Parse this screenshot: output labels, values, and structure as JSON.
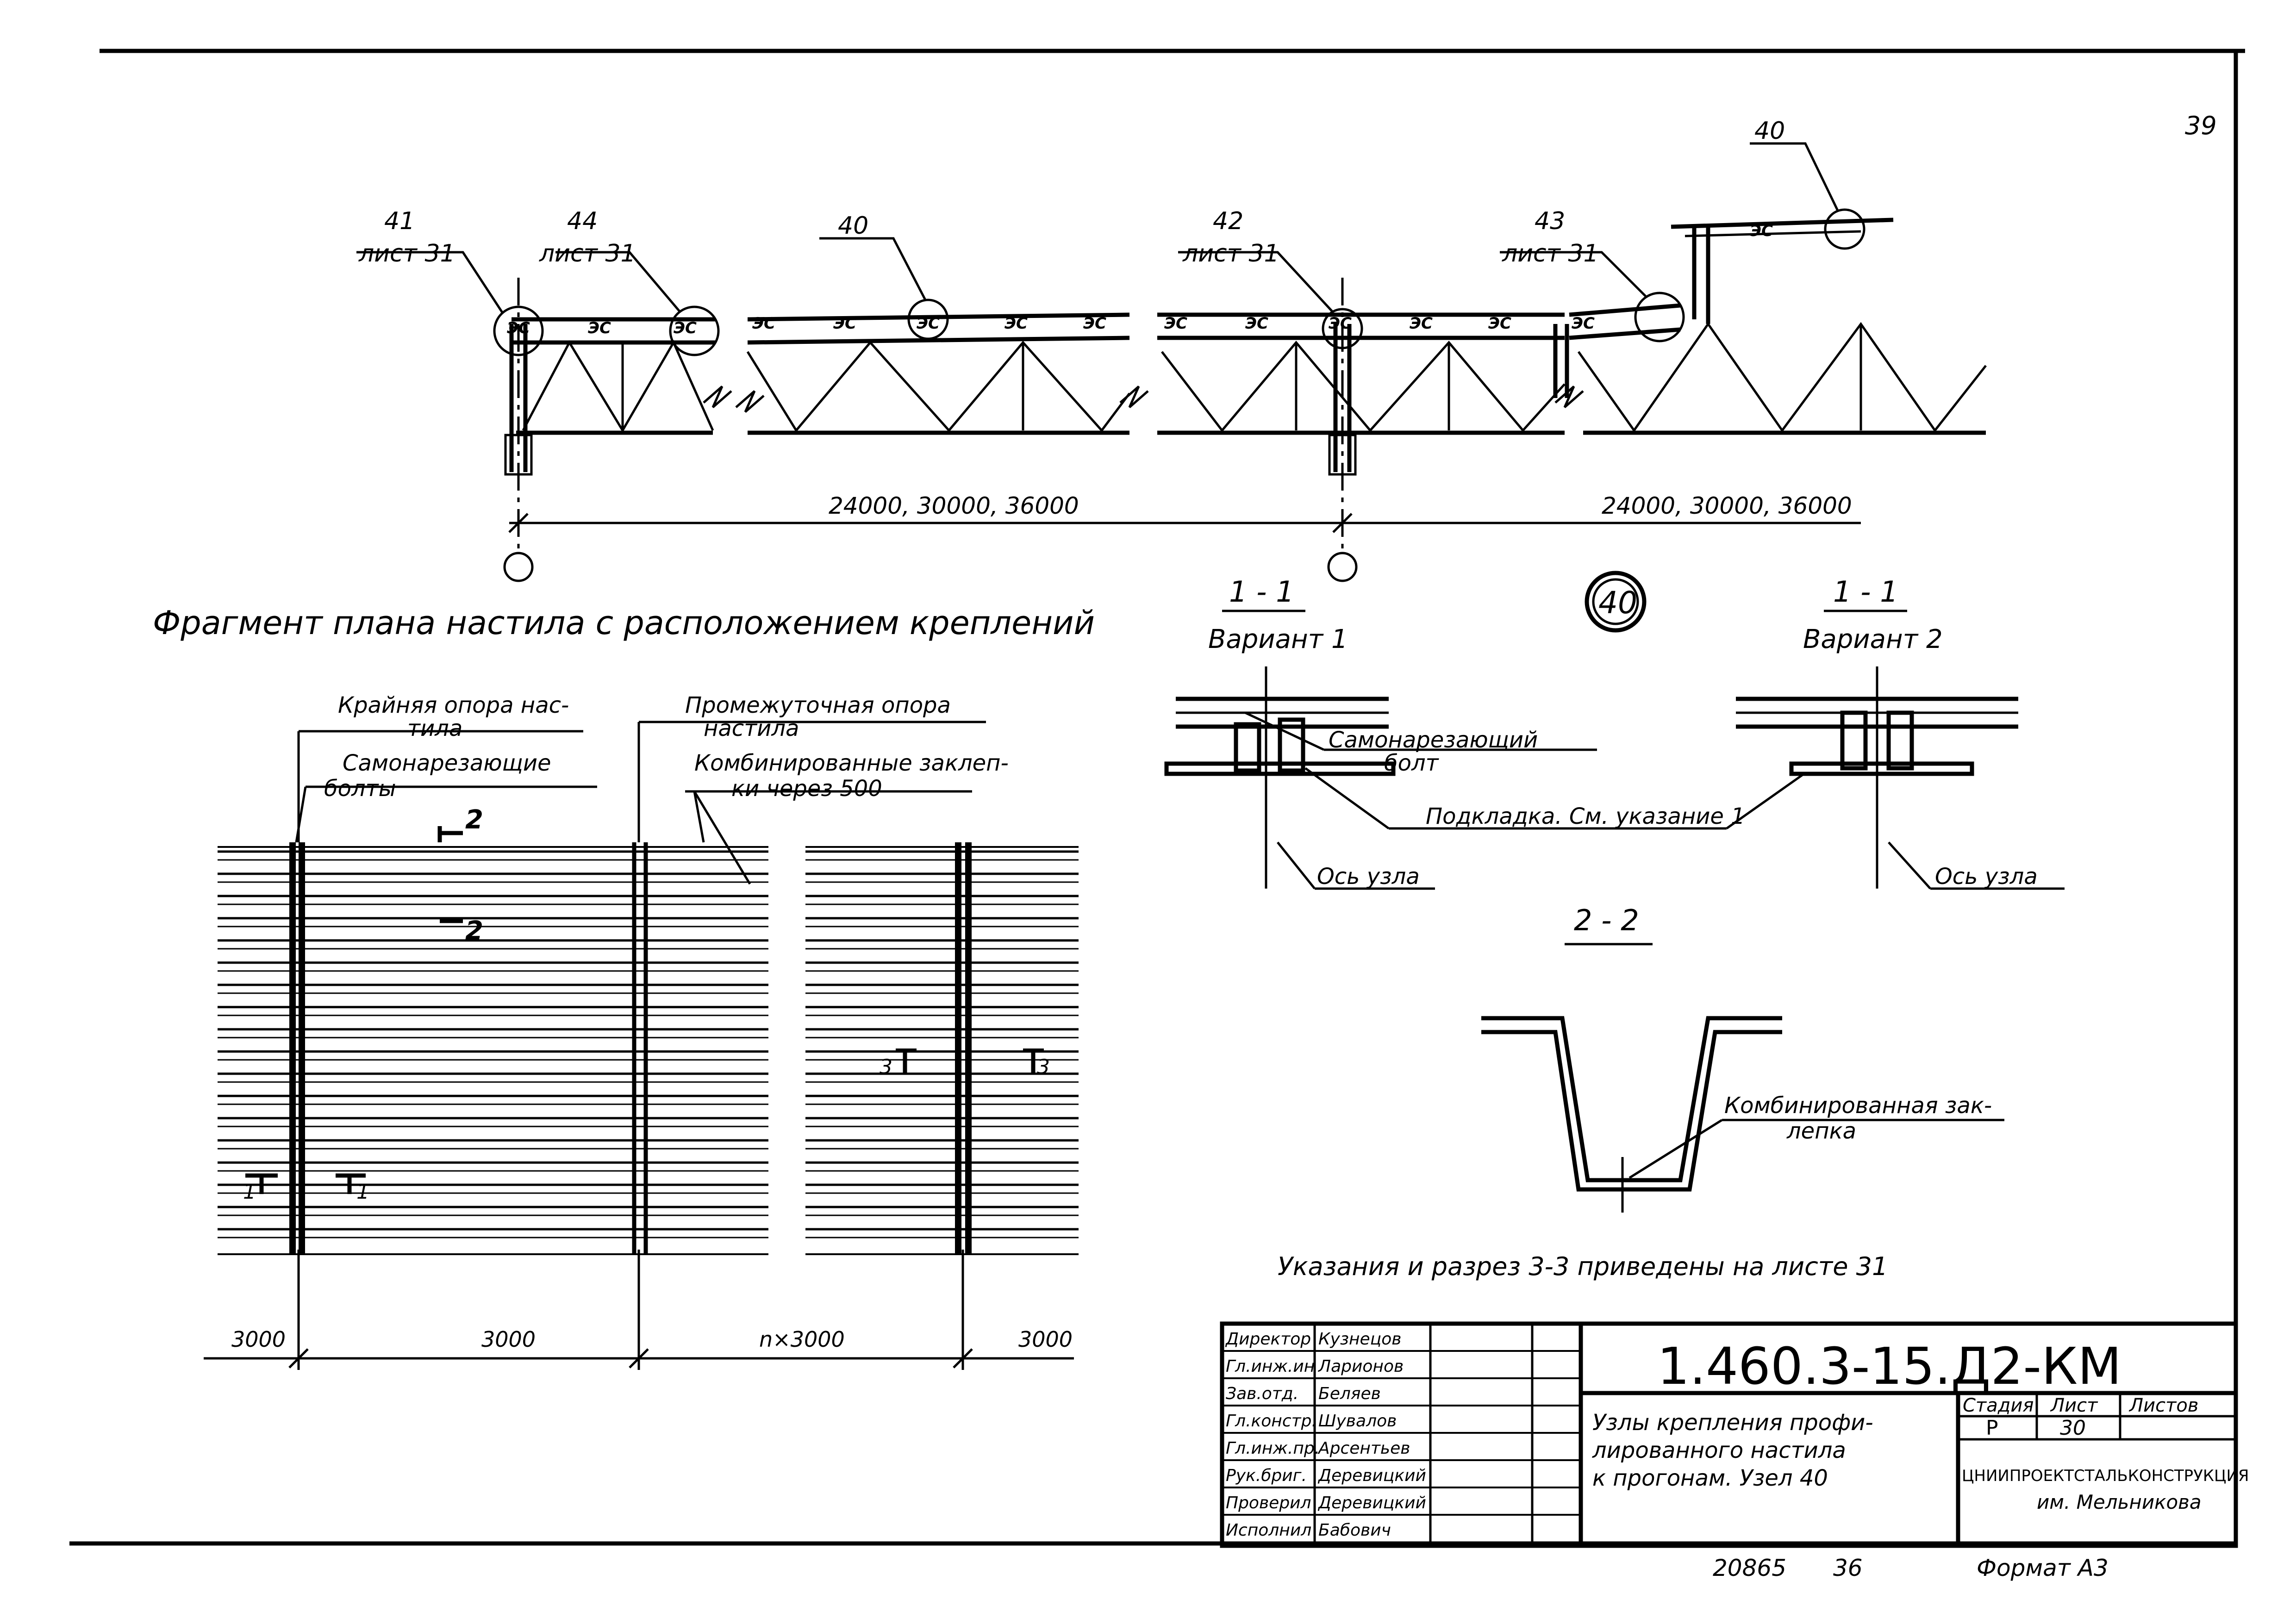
{
  "sheet_number_corner": "39",
  "truss": {
    "callouts": [
      {
        "num": "41",
        "sheet": "лист 31"
      },
      {
        "num": "44",
        "sheet": "лист 31"
      },
      {
        "num": "40",
        "sheet": ""
      },
      {
        "num": "42",
        "sheet": "лист 31"
      },
      {
        "num": "43",
        "sheet": "лист 31"
      },
      {
        "num": "40",
        "sheet": ""
      }
    ],
    "span_left": "24000, 30000, 36000",
    "span_right": "24000, 30000, 36000",
    "purlin_mark": "ЭС"
  },
  "plan": {
    "title": "Фрагмент плана настила с расположением креплений",
    "label_edge_support_1": "Крайняя опора нас-",
    "label_edge_support_2": "тила",
    "label_self_tapping_1": "Самонарезающие",
    "label_self_tapping_2": "болты",
    "label_mid_support_1": "Промежуточная опора",
    "label_mid_support_2": "настила",
    "label_rivets_1": "Комбинированные заклеп-",
    "label_rivets_2": "ки через 500",
    "section_2": "2",
    "section_1": "1",
    "section_3": "3",
    "dims": [
      "3000",
      "3000",
      "n×3000",
      "3000"
    ]
  },
  "node": {
    "number": "40",
    "v1_section": "1 - 1",
    "v1_title": "Вариант 1",
    "v2_section": "1 - 1",
    "v2_title": "Вариант 2",
    "bolt_label_1": "Самонарезающий",
    "bolt_label_2": "болт",
    "pad_label": "Подкладка. См. указание 1",
    "axis_label_1": "Ось узла",
    "axis_label_2": "Ось узла",
    "s22_title": "2 - 2",
    "rivet_label_1": "Комбинированная зак-",
    "rivet_label_2": "лепка",
    "note": "Указания и разрез 3-3 приведены на листе 31"
  },
  "title_block": {
    "roles": [
      "Директор",
      "Гл.инж.ин",
      "Зав.отд.",
      "Гл.констр.",
      "Гл.инж.пр.",
      "Рук.бриг.",
      "Проверил",
      "Исполнил"
    ],
    "names": [
      "Кузнецов",
      "Ларионов",
      "Беляев",
      "Шувалов",
      "Арсентьев",
      "Деревицкий",
      "Деревицкий",
      "Бабович"
    ],
    "code": "1.460.3-15.Д2-КМ",
    "title_1": "Узлы крепления профи-",
    "title_2": "лированного настила",
    "title_3": "к прогонам. Узел 40",
    "stage_hdr": "Стадия",
    "sheet_hdr": "Лист",
    "sheets_hdr": "Листов",
    "stage": "Р",
    "sheet": "30",
    "sheets": "",
    "org_1": "ЦНИИПРОЕКТСТАЛЬКОНСТРУКЦИЯ",
    "org_2": "им. Мельникова"
  },
  "footer": {
    "inv": "20865",
    "page": "36",
    "format": "Формат А3"
  }
}
